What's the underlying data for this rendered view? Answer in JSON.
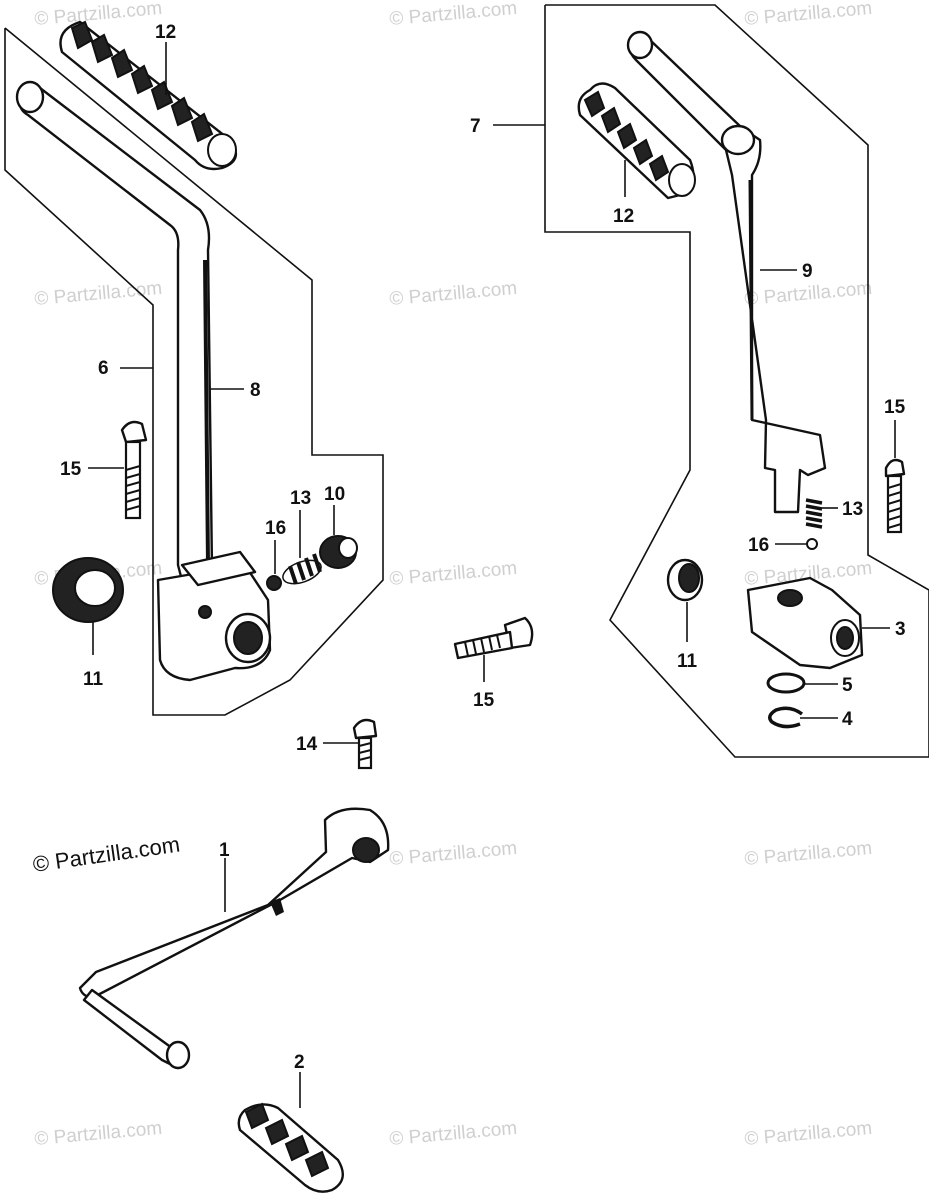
{
  "watermark": "© Partzilla.com",
  "copyright": "© Partzilla.com",
  "callouts": {
    "c1": "1",
    "c2": "2",
    "c3": "3",
    "c4": "4",
    "c5": "5",
    "c6": "6",
    "c7": "7",
    "c8": "8",
    "c9": "9",
    "c10": "10",
    "c11a": "11",
    "c11b": "11",
    "c12a": "12",
    "c12b": "12",
    "c13a": "13",
    "c13b": "13",
    "c14": "14",
    "c15a": "15",
    "c15b": "15",
    "c15c": "15",
    "c16a": "16",
    "c16b": "16"
  }
}
